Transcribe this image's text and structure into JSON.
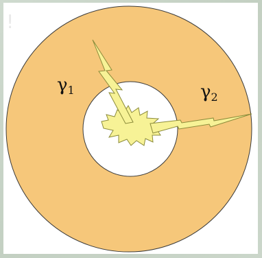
{
  "diagram": {
    "gamma1_symbol": "γ",
    "gamma1_subscript": "1",
    "gamma2_symbol": "γ",
    "gamma2_subscript": "2",
    "corner_mark": "!",
    "colors": {
      "annulus_fill": "#f6c77a",
      "annulus_stroke": "#3a3a3a",
      "bolt_fill": "#f7f296",
      "bolt_stroke": "#8b8b3a",
      "background": "#ffffff"
    }
  }
}
